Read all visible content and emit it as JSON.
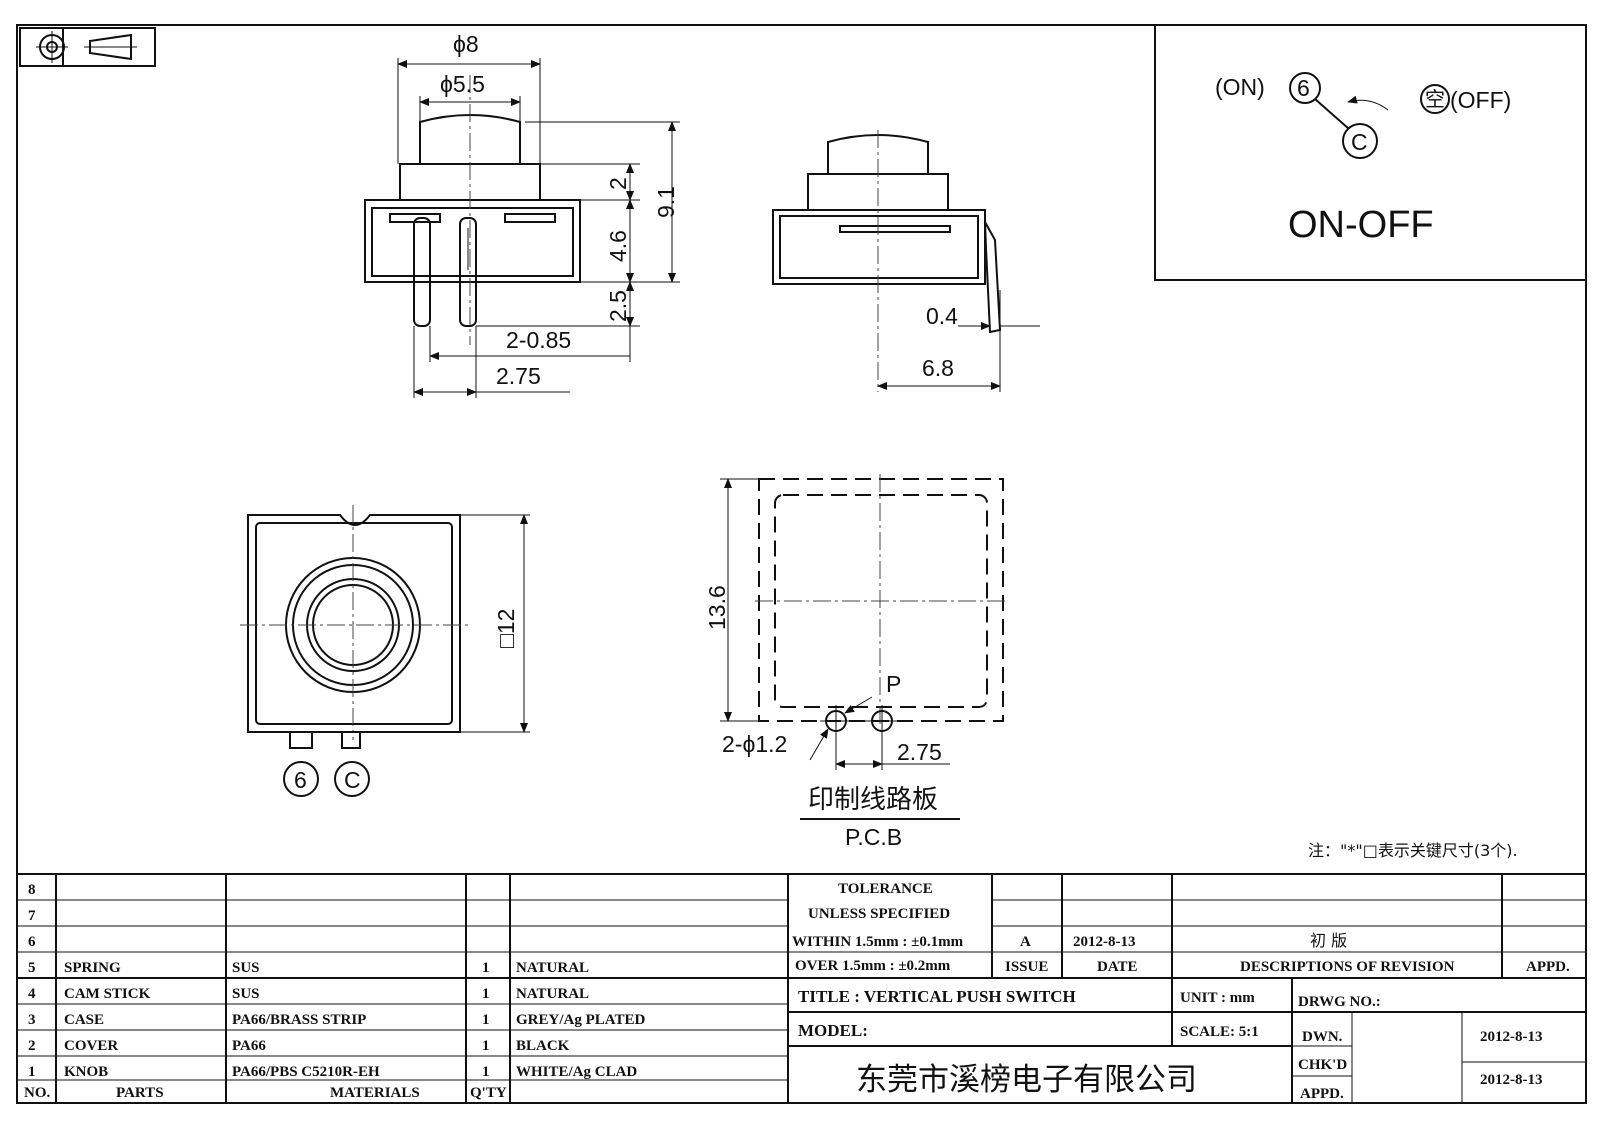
{
  "dims": {
    "d8": "ϕ8",
    "d55": "ϕ5.5",
    "v2": "2",
    "v91": "9.1",
    "v46": "4.6",
    "v25": "2.5",
    "pin085": "2-0.85",
    "p275": "2.75",
    "t04": "0.4",
    "w68": "6.8",
    "sq12": "□12",
    "h136": "13.6",
    "hole": "2-ϕ1.2",
    "p275b": "2.75",
    "pmark": "P",
    "pin6": "6",
    "pinC": "C"
  },
  "pcb": {
    "cn": "印制线路板",
    "en": "P.C.B"
  },
  "schematic": {
    "on": "(ON)",
    "n6": "6",
    "c": "C",
    "kong": "空",
    "off": "(OFF)",
    "title": "ON-OFF"
  },
  "note": "注：\"*\"□表示关键尺寸(3个).",
  "parts_table": {
    "header": {
      "no": "NO.",
      "parts": "PARTS",
      "materials": "MATERIALS",
      "qty": "Q'TY"
    },
    "rows": [
      {
        "no": "8",
        "part": "",
        "material": "",
        "qty": "",
        "finish": ""
      },
      {
        "no": "7",
        "part": "",
        "material": "",
        "qty": "",
        "finish": ""
      },
      {
        "no": "6",
        "part": "",
        "material": "",
        "qty": "",
        "finish": ""
      },
      {
        "no": "5",
        "part": "SPRING",
        "material": "SUS",
        "qty": "1",
        "finish": "NATURAL"
      },
      {
        "no": "4",
        "part": "CAM STICK",
        "material": "SUS",
        "qty": "1",
        "finish": "NATURAL"
      },
      {
        "no": "3",
        "part": "CASE",
        "material": "PA66/BRASS STRIP",
        "qty": "1",
        "finish": "GREY/Ag PLATED"
      },
      {
        "no": "2",
        "part": "COVER",
        "material": "PA66",
        "qty": "1",
        "finish": "BLACK"
      },
      {
        "no": "1",
        "part": "KNOB",
        "material": "PA66/PBS C5210R-EH",
        "qty": "1",
        "finish": "WHITE/Ag CLAD"
      }
    ]
  },
  "title_block": {
    "tol1": "TOLERANCE",
    "tol2": "UNLESS  SPECIFIED",
    "tol3": "WITHIN 1.5mm : ±0.1mm",
    "tol4": "OVER 1.5mm : ±0.2mm",
    "issue_val": "A",
    "date_val": "2012-8-13",
    "desc_val": "初 版",
    "issue": "ISSUE",
    "date": "DATE",
    "desc": "DESCRIPTIONS OF REVISION",
    "appd": "APPD.",
    "title": "TITLE :  VERTICAL PUSH SWITCH",
    "unit": "UNIT :  mm",
    "drwg": "DRWG NO.:",
    "model": "MODEL:",
    "scale": "SCALE:  5:1",
    "dwn": "DWN.",
    "dwn_date": "2012-8-13",
    "chkd": "CHK'D",
    "chkd_date": "2012-8-13",
    "appd2": "APPD.",
    "company": "东莞市溪榜电子有限公司"
  }
}
